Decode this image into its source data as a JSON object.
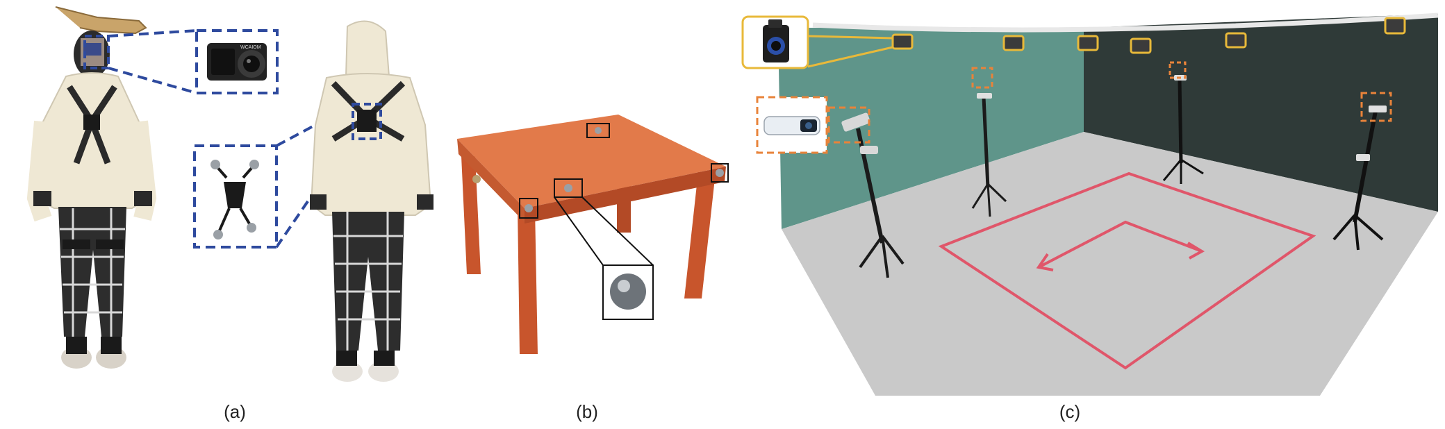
{
  "figure": {
    "panels": [
      {
        "id": "a",
        "caption": "(a)"
      },
      {
        "id": "b",
        "caption": "(b)"
      },
      {
        "id": "c",
        "caption": "(c)"
      }
    ]
  },
  "camera_label": "WCAIOM",
  "colors": {
    "blue_dash": "#2e4a9e",
    "black_box": "#111111",
    "yellow_box": "#e8b93a",
    "orange_dash": "#e8833a",
    "floor_square": "#e0566a",
    "table_orange": "#d9663a",
    "wall_teal": "#5f958a",
    "wall_dark": "#2f3a38",
    "floor": "#c9c9c9",
    "hoodie": "#efe8d4"
  }
}
